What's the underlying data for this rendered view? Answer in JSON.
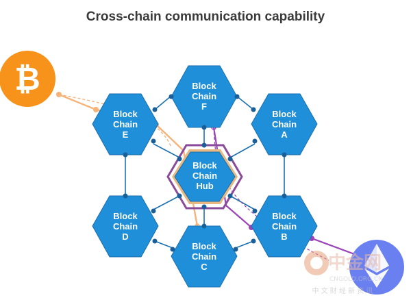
{
  "title": "Cross-chain communication capability",
  "nodes": {
    "chain_f": {
      "line1": "Block",
      "line2": "Chain",
      "line3": "F"
    },
    "chain_e": {
      "line1": "Block",
      "line2": "Chain",
      "line3": "E"
    },
    "chain_a": {
      "line1": "Block",
      "line2": "Chain",
      "line3": "A"
    },
    "hub": {
      "line1": "Block",
      "line2": "Chain",
      "line3": "Hub"
    },
    "chain_d": {
      "line1": "Block",
      "line2": "Chain",
      "line3": "D"
    },
    "chain_b": {
      "line1": "Block",
      "line2": "Chain",
      "line3": "B"
    },
    "chain_c": {
      "line1": "Block",
      "line2": "Chain",
      "line3": "C"
    }
  },
  "coins": {
    "bitcoin": {
      "symbol": "₿",
      "icon": "bitcoin-icon",
      "color": "#f7931a"
    },
    "ethereum": {
      "icon": "ethereum-icon",
      "color": "#6b80f0"
    }
  },
  "watermark": {
    "main": "中金网",
    "sub": "CNGOLD.ORG.CN",
    "tagline": "中 文 财 经 新 资 讯"
  },
  "colors": {
    "hex_fill": "#1e8fd8",
    "hex_stroke": "#1a6fb0",
    "connector": "#1a6fb0",
    "bitcoin_path": "#f5b37a",
    "ethereum_path": "#9b44b8",
    "hub_ring_outer": "#8a4a9a",
    "hub_ring_inner": "#e8b882"
  }
}
